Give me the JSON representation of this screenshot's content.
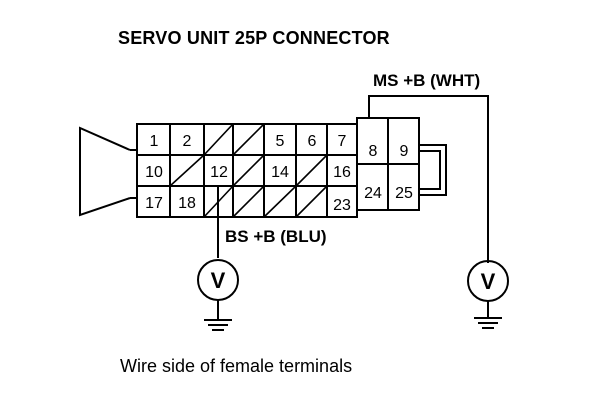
{
  "title": "SERVO UNIT 25P CONNECTOR",
  "caption": "Wire side of female terminals",
  "labels": {
    "ms": "MS +B (WHT)",
    "bs": "BS +B (BLU)"
  },
  "meters": [
    "V",
    "V"
  ],
  "pins": {
    "row1": [
      "1",
      "2",
      "",
      "",
      "5",
      "6",
      "7"
    ],
    "row2": [
      "10",
      "",
      "12",
      "",
      "14",
      "",
      "16"
    ],
    "row3": [
      "17",
      "18",
      "",
      "",
      "",
      "",
      "23"
    ],
    "right": [
      "8",
      "9",
      "24",
      "25"
    ]
  }
}
